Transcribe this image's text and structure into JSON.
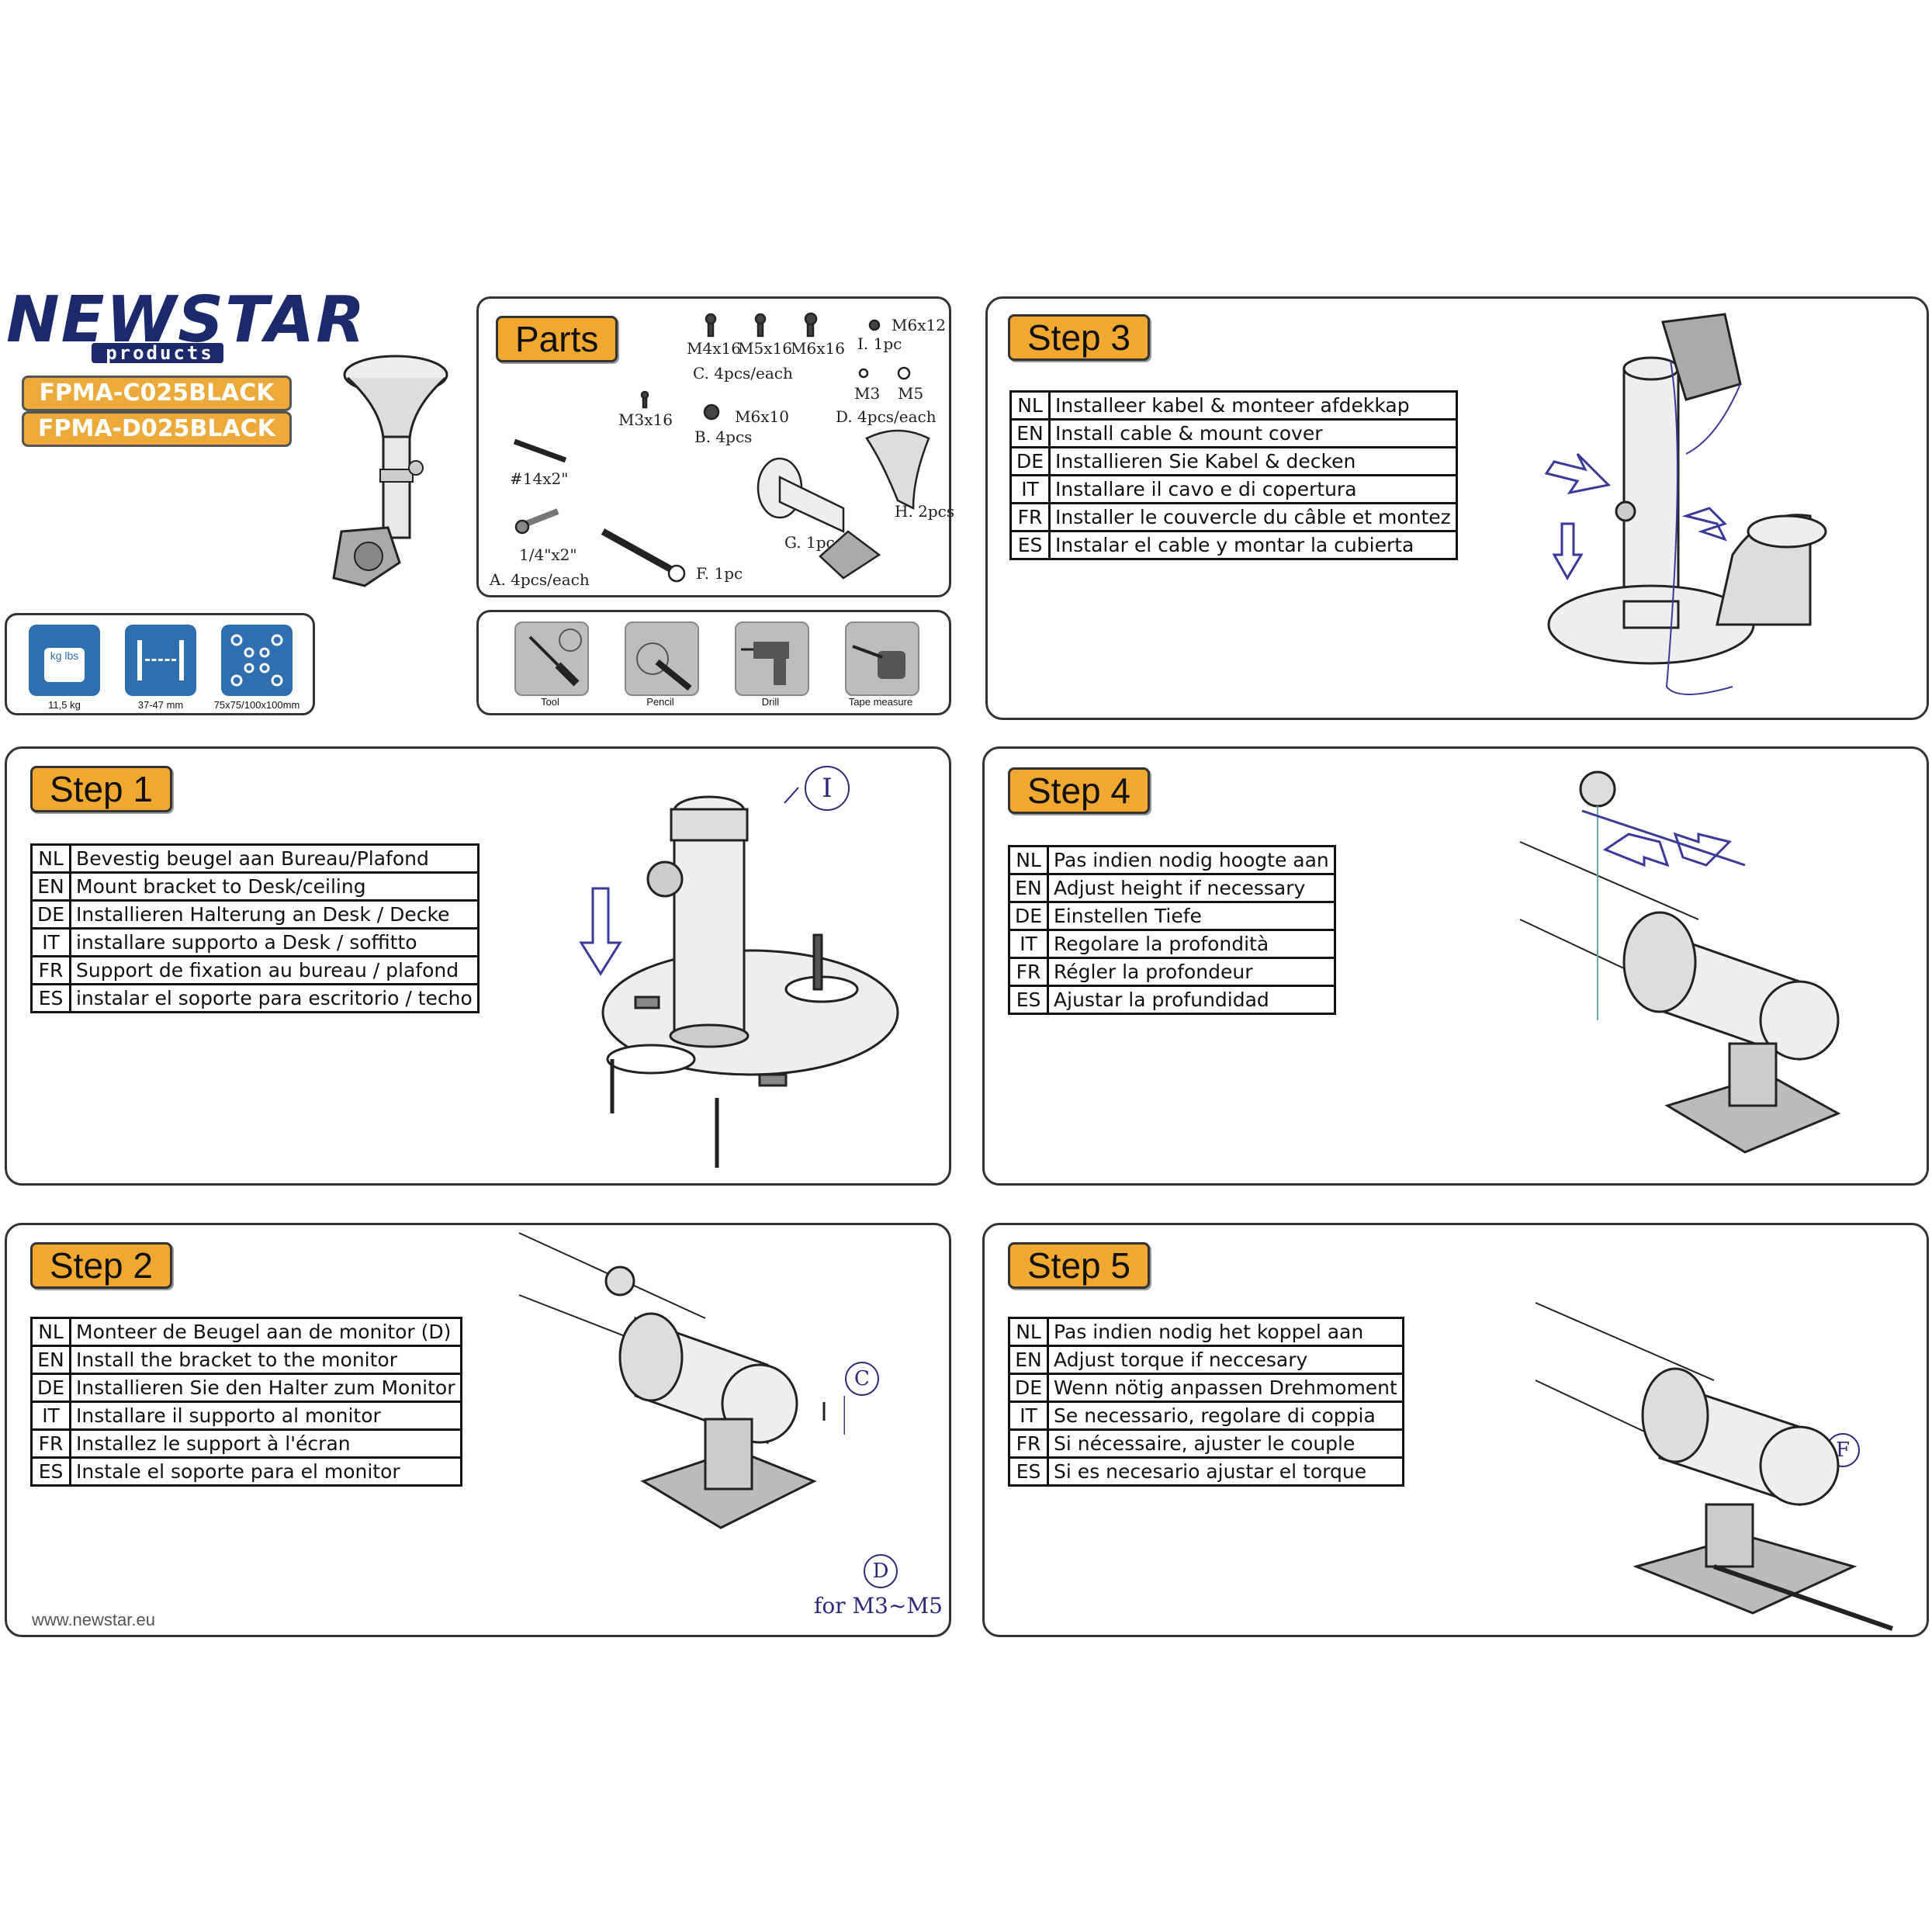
{
  "brand": {
    "logo_text": "NEWSTAR",
    "logo_sub": "products",
    "models": [
      "FPMA-C025BLACK",
      "FPMA-D025BLACK"
    ]
  },
  "specs": [
    {
      "icon": "weight-icon",
      "caption": "11,5 kg",
      "inner": "kg lbs"
    },
    {
      "icon": "screen-size-icon",
      "caption": "37-47 mm",
      "inner": ""
    },
    {
      "icon": "vesa-icon",
      "caption": "75x75/100x100mm",
      "inner": ""
    }
  ],
  "parts": {
    "title": "Parts",
    "labels": {
      "m4x16": "M4x16",
      "m5x16": "M5x16",
      "m6x16": "M6x16",
      "c": "C. 4pcs/each",
      "m6x12": "M6x12",
      "i": "I. 1pc",
      "m3x16": "M3x16",
      "m6x10": "M6x10",
      "b": "B. 4pcs",
      "m3": "M3",
      "m5": "M5",
      "d": "D. 4pcs/each",
      "14x2": "#14x2\"",
      "quarter": "1/4\"x2\"",
      "a": "A. 4pcs/each",
      "f": "F. 1pc",
      "g": "G. 1pc",
      "h": "H. 2pcs"
    }
  },
  "tools": [
    {
      "icon": "screwdriver-icon",
      "caption": "Tool"
    },
    {
      "icon": "pencil-icon",
      "caption": "Pencil"
    },
    {
      "icon": "drill-icon",
      "caption": "Drill"
    },
    {
      "icon": "tape-measure-icon",
      "caption": "Tape measure"
    }
  ],
  "steps": {
    "step1": {
      "title": "Step 1",
      "callout": "I",
      "rows": [
        {
          "code": "NL",
          "text": "Bevestig beugel aan Bureau/Plafond"
        },
        {
          "code": "EN",
          "text": "Mount bracket to Desk/ceiling"
        },
        {
          "code": "DE",
          "text": "Installieren Halterung an Desk / Decke"
        },
        {
          "code": "IT",
          "text": "installare supporto a Desk / soffitto"
        },
        {
          "code": "FR",
          "text": "Support de fixation au bureau / plafond"
        },
        {
          "code": "ES",
          "text": "instalar el soporte para escritorio / techo"
        }
      ]
    },
    "step2": {
      "title": "Step 2",
      "callout_c": "C",
      "callout_d": "D",
      "note": "for M3~M5",
      "rows": [
        {
          "code": "NL",
          "text": "Monteer de Beugel aan de monitor (D)"
        },
        {
          "code": "EN",
          "text": "Install the bracket to the monitor"
        },
        {
          "code": "DE",
          "text": "Installieren Sie den Halter zum Monitor"
        },
        {
          "code": "IT",
          "text": "Installare il supporto al monitor"
        },
        {
          "code": "FR",
          "text": "Installez le support à l'écran"
        },
        {
          "code": "ES",
          "text": "Instale el soporte para el monitor"
        }
      ]
    },
    "step3": {
      "title": "Step 3",
      "rows": [
        {
          "code": "NL",
          "text": "Installeer kabel & monteer afdekkap"
        },
        {
          "code": "EN",
          "text": "Install cable & mount cover"
        },
        {
          "code": "DE",
          "text": "Installieren Sie Kabel & decken"
        },
        {
          "code": "IT",
          "text": "Installare il cavo e di copertura"
        },
        {
          "code": "FR",
          "text": "Installer le couvercle du câble et montez"
        },
        {
          "code": "ES",
          "text": "Instalar el cable y montar la cubierta"
        }
      ]
    },
    "step4": {
      "title": "Step 4",
      "rows": [
        {
          "code": "NL",
          "text": "Pas indien nodig hoogte aan"
        },
        {
          "code": "EN",
          "text": "Adjust height if necessary"
        },
        {
          "code": "DE",
          "text": "Einstellen Tiefe"
        },
        {
          "code": "IT",
          "text": "Regolare la profondità"
        },
        {
          "code": "FR",
          "text": "Régler la profondeur"
        },
        {
          "code": "ES",
          "text": "Ajustar la profundidad"
        }
      ]
    },
    "step5": {
      "title": "Step 5",
      "callout": "F",
      "rows": [
        {
          "code": "NL",
          "text": "Pas indien nodig het koppel aan"
        },
        {
          "code": "EN",
          "text": "Adjust torque if neccesary"
        },
        {
          "code": "DE",
          "text": "Wenn nötig anpassen Drehmoment"
        },
        {
          "code": "IT",
          "text": "Se necessario, regolare di coppia"
        },
        {
          "code": "FR",
          "text": "Si nécessaire, ajuster le couple"
        },
        {
          "code": "ES",
          "text": "Si es necesario ajustar el torque"
        }
      ]
    }
  },
  "footer": {
    "website": "www.newstar.eu"
  },
  "colors": {
    "accent": "#f0a830",
    "spec_blue": "#2f6fb0",
    "logo_navy": "#1c2a6b",
    "callout": "#2a2a7a"
  }
}
